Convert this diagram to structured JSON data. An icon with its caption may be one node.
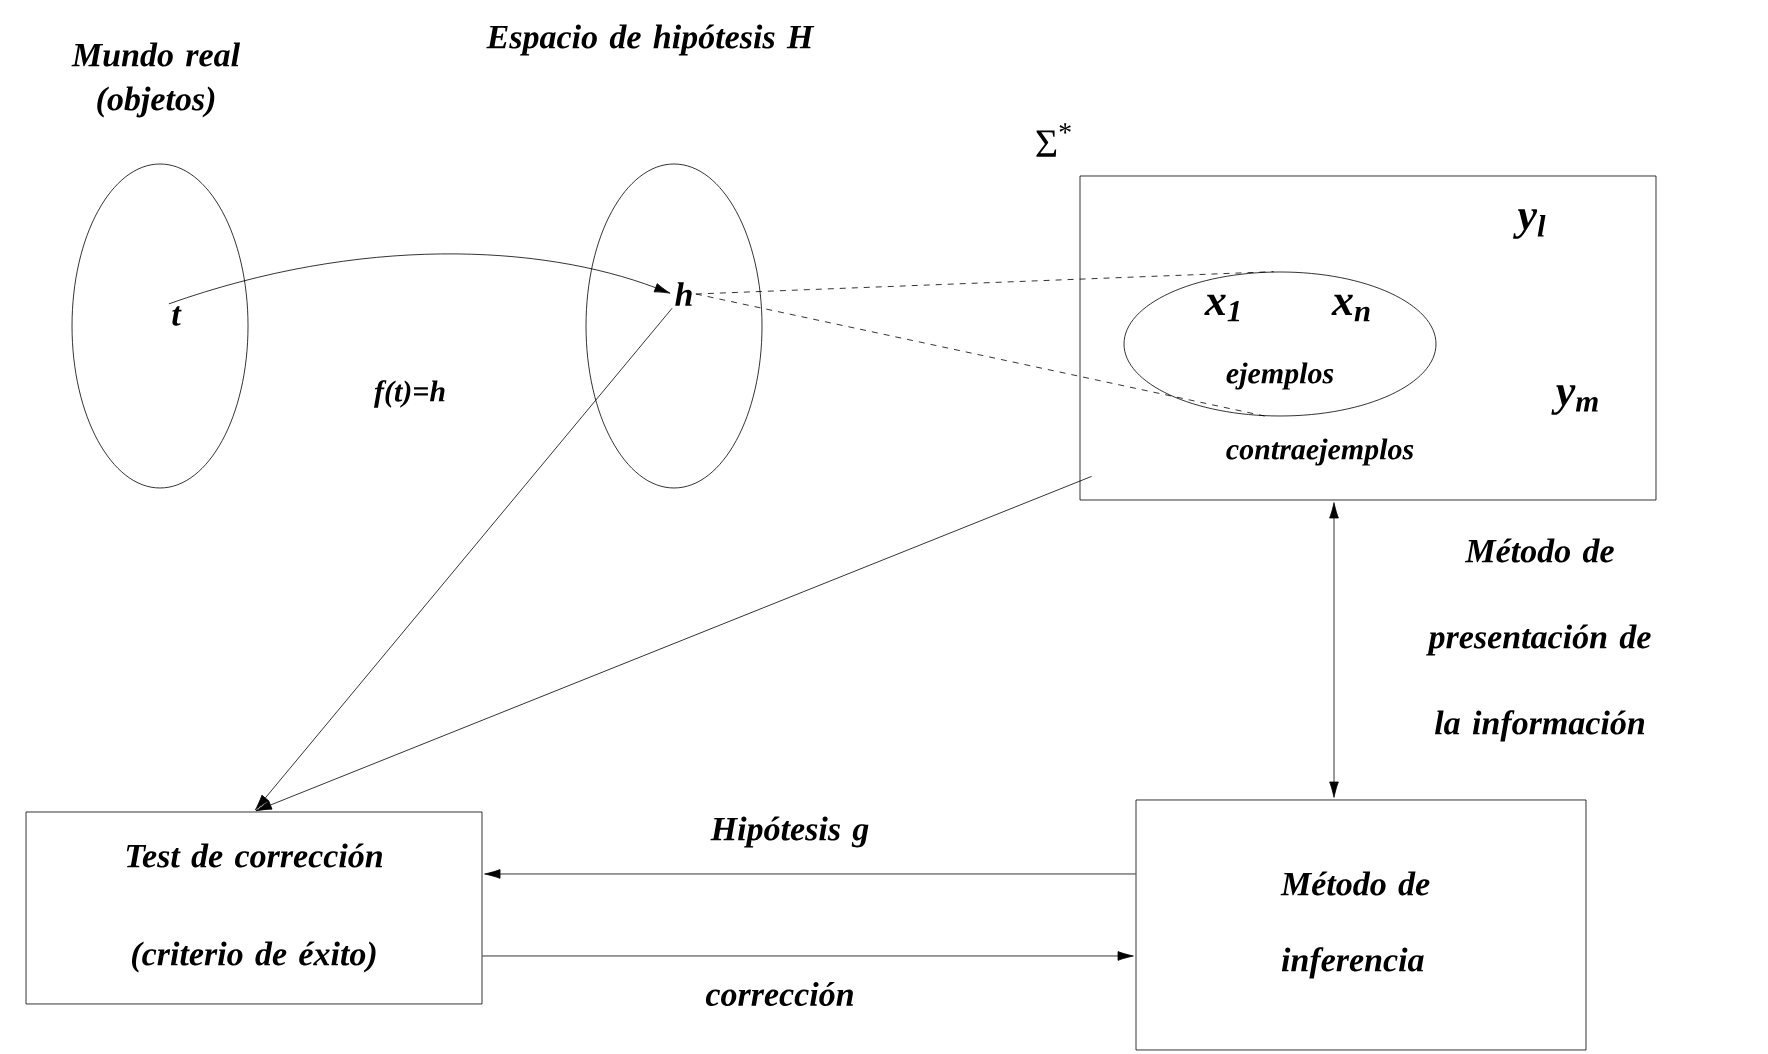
{
  "diagram": {
    "nodes": [
      {
        "text": [
          "Mundo real (objetos)"
        ]
      },
      {
        "text": [
          "t"
        ],
        "in": 0
      },
      {
        "text": [
          "Espacio de hipótesis H"
        ]
      },
      {
        "text": [
          "h"
        ],
        "in": 2
      },
      {
        "text": [
          "Σ$^{*}$",
          "y$_{l}$",
          "y$_{m}$",
          "contraejemplos"
        ]
      },
      {
        "text": [
          "x$_{1}$",
          "x$_{n}$",
          "ejemplos"
        ],
        "in": 4
      },
      {
        "text": [
          "Test de corrección (criterio de éxito)"
        ]
      },
      {
        "text": [
          "Método de inferencia"
        ]
      }
    ],
    "edges": [
      {
        "from": 1,
        "to": 3,
        "arrow": "to"
      },
      {
        "from": 3,
        "to": 5,
        "arrow": "none",
        "style": "dashed"
      },
      {
        "from": 3,
        "to": 5,
        "arrow": "none",
        "style": "dashed"
      },
      {
        "from": 3,
        "to": 6,
        "arrow": "to"
      },
      {
        "from": 4,
        "to": 6,
        "arrow": "to"
      },
      {
        "from": 4,
        "to": 7,
        "arrow": "both",
        "label": "Método de presentación de la información"
      },
      {
        "from": 7,
        "to": 6,
        "arrow": "to",
        "label": "Hipótesis g"
      },
      {
        "from": 6,
        "to": 7,
        "arrow": "to",
        "label": "corrección"
      }
    ],
    "labels": [
      "f(t)=h"
    ]
  }
}
